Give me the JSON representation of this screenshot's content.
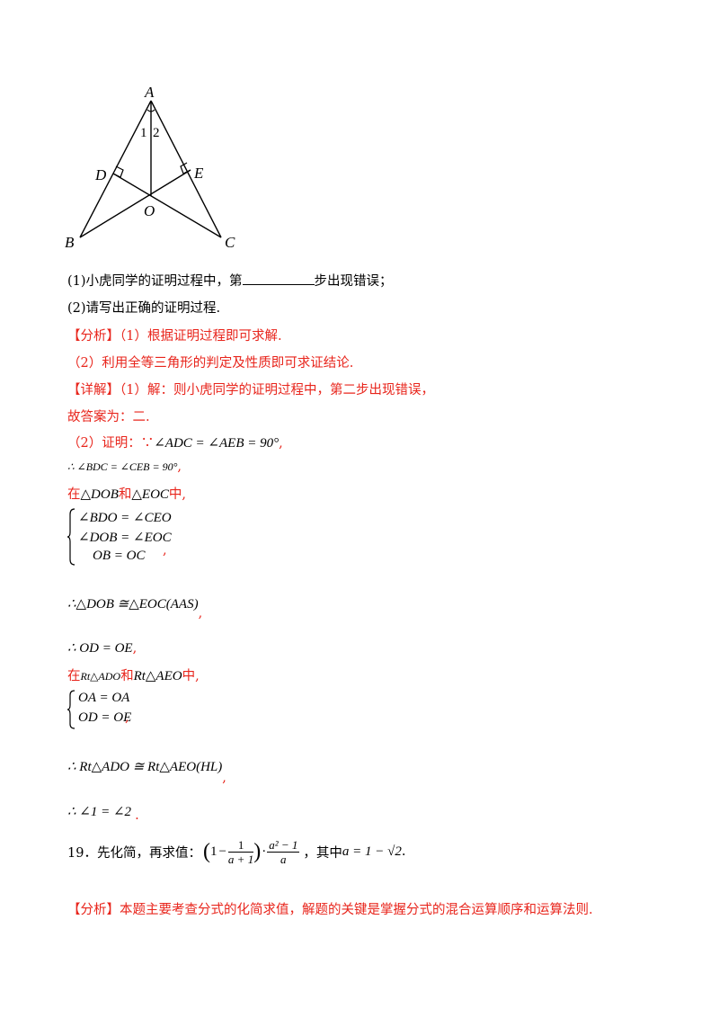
{
  "figure": {
    "labels": {
      "A": "A",
      "B": "B",
      "C": "C",
      "D": "D",
      "E": "E",
      "O": "O",
      "angle1": "1",
      "angle2": "2"
    }
  },
  "questions": {
    "q1_prefix": "(1)小虎同学的证明过程中，第",
    "q1_suffix": "步出现错误；",
    "q2": "(2)请写出正确的证明过程."
  },
  "analysis": {
    "tag": "【分析】",
    "line1": "（1）根据证明过程即可求解.",
    "line2": "（2）利用全等三角形的判定及性质即可求证结论."
  },
  "detail": {
    "tag": "【详解】",
    "line1": "（1）解：则小虎同学的证明过程中，第二步出现错误，",
    "line2": "故答案为：二.",
    "proof_prefix": "（2）证明：∵",
    "proof_math": "∠ADC = ∠AEB = 90°",
    "step1": "∴ ∠BDC = ∠CEB = 90°",
    "in1_prefix": "在",
    "in1_t1": "△DOB",
    "in1_and": "和",
    "in1_t2": "△EOC",
    "in1_suffix": "中,",
    "sys1": [
      "∠BDO = ∠CEO",
      "∠DOB = ∠EOC",
      "OB = OC"
    ],
    "cong1": "∴△DOB ≅△EOC(AAS)",
    "step2": "∴ OD = OE",
    "in2_prefix": "在",
    "in2_t1": "Rt△ADO",
    "in2_and": "和",
    "in2_t2": "Rt△AEO",
    "in2_suffix": "中,",
    "sys2": [
      "OA = OA",
      "OD = OE"
    ],
    "cong2": "∴ Rt△ADO ≅ Rt△AEO(HL)",
    "concl": "∴ ∠1 = ∠2",
    "comma": ",",
    "period": "."
  },
  "q19": {
    "prefix": "19．先化简，再求值：",
    "one": "1",
    "minus": "−",
    "frac1_num": "1",
    "frac1_den": "a + 1",
    "dot": "·",
    "frac2_num": "a² − 1",
    "frac2_den": "a",
    "middle": "，其中",
    "value": "a = 1 − √2",
    "end": "."
  },
  "analysis19": {
    "tag": "【分析】",
    "text": "本题主要考查分式的化简求值，解题的关键是掌握分式的混合运算顺序和运算法则."
  },
  "colors": {
    "answer_red": "#e8251c",
    "text": "#000000"
  }
}
